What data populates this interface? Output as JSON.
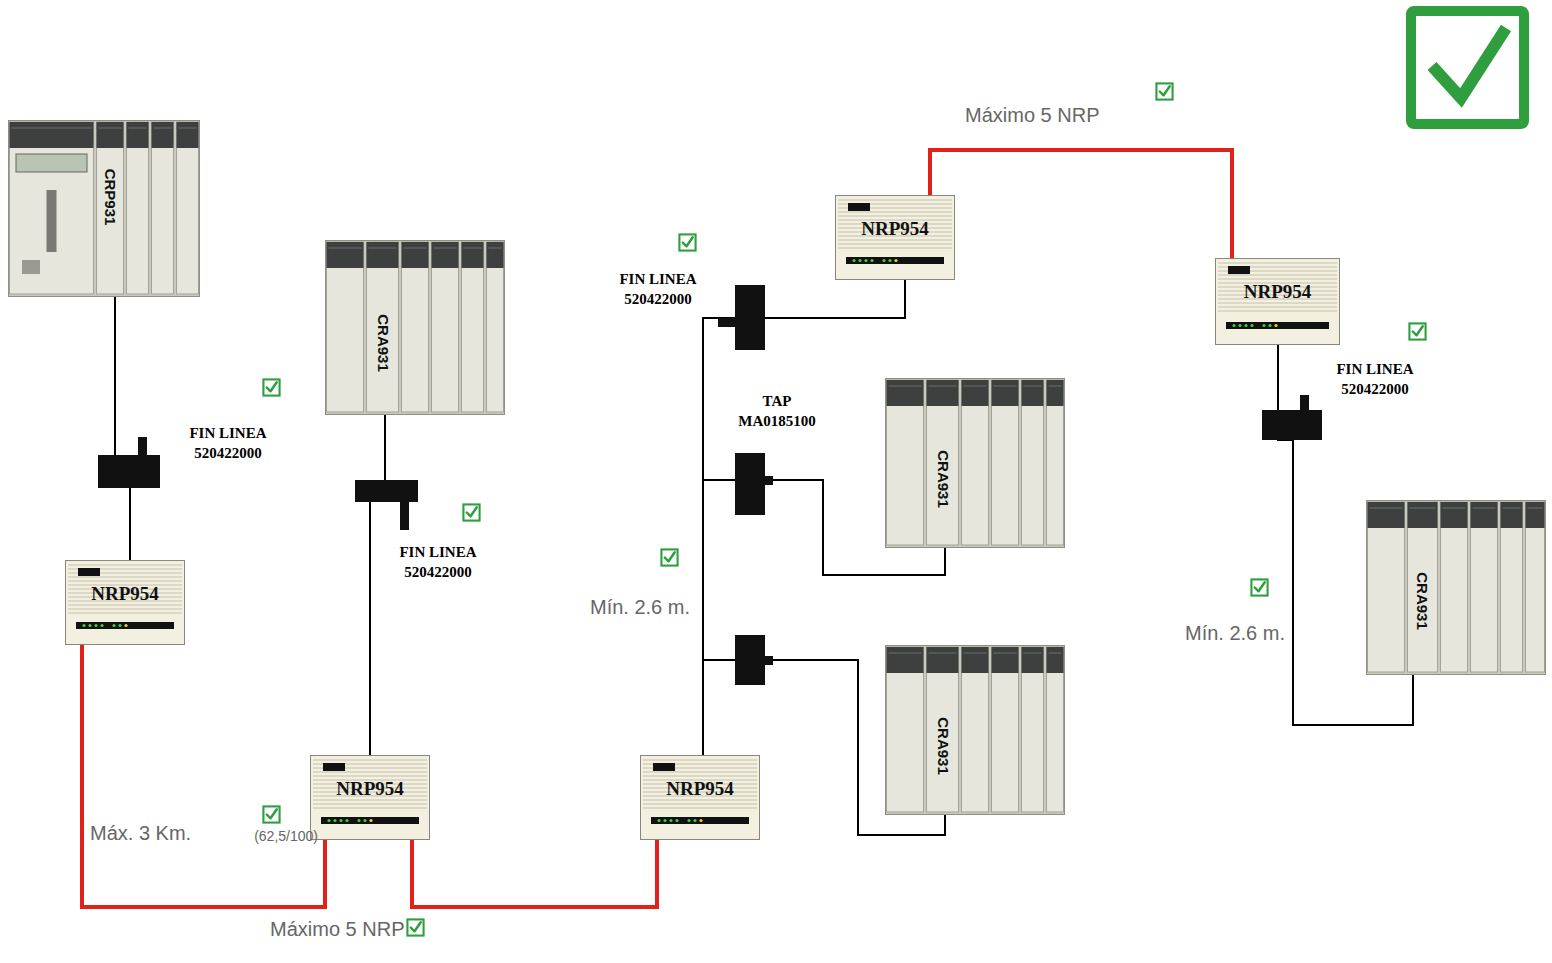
{
  "diagram": {
    "nodes": [
      {
        "text": [
          "CRP931"
        ]
      },
      {
        "text": [
          "NRP954"
        ]
      },
      {
        "text": [
          "CRA931"
        ]
      },
      {
        "text": [
          "NRP954"
        ]
      },
      {
        "text": [
          "NRP954"
        ]
      },
      {
        "text": [
          "CRA931"
        ]
      },
      {
        "text": [
          "CRA931"
        ]
      },
      {
        "text": [
          "NRP954"
        ]
      },
      {
        "text": [
          "NRP954"
        ]
      },
      {
        "text": [
          "CRA931"
        ]
      }
    ],
    "edges": [
      {
        "from": 0,
        "to": 1,
        "arrow": "none"
      },
      {
        "from": 1,
        "to": 3,
        "arrow": "none"
      },
      {
        "from": 3,
        "to": 2,
        "arrow": "none"
      },
      {
        "from": 3,
        "to": 4,
        "arrow": "none"
      },
      {
        "from": 4,
        "to": 6,
        "arrow": "none"
      },
      {
        "from": 4,
        "to": 5,
        "arrow": "none"
      },
      {
        "from": 4,
        "to": 7,
        "arrow": "none"
      },
      {
        "from": 7,
        "to": 8,
        "arrow": "none"
      },
      {
        "from": 8,
        "to": 9,
        "arrow": "none"
      }
    ],
    "labels": [
      "Máximo 5 NRP",
      "FIN LINEA 520422000",
      "TAP MA0185100",
      "FIN LINEA 520422000",
      "FIN LINEA 520422000",
      "FIN LINEA 520422000",
      "Mín. 2.6 m.",
      "Mín. 2.6 m.",
      "Máx. 3 Km.",
      "(62,5/100)",
      "Máximo 5 NRP"
    ]
  }
}
